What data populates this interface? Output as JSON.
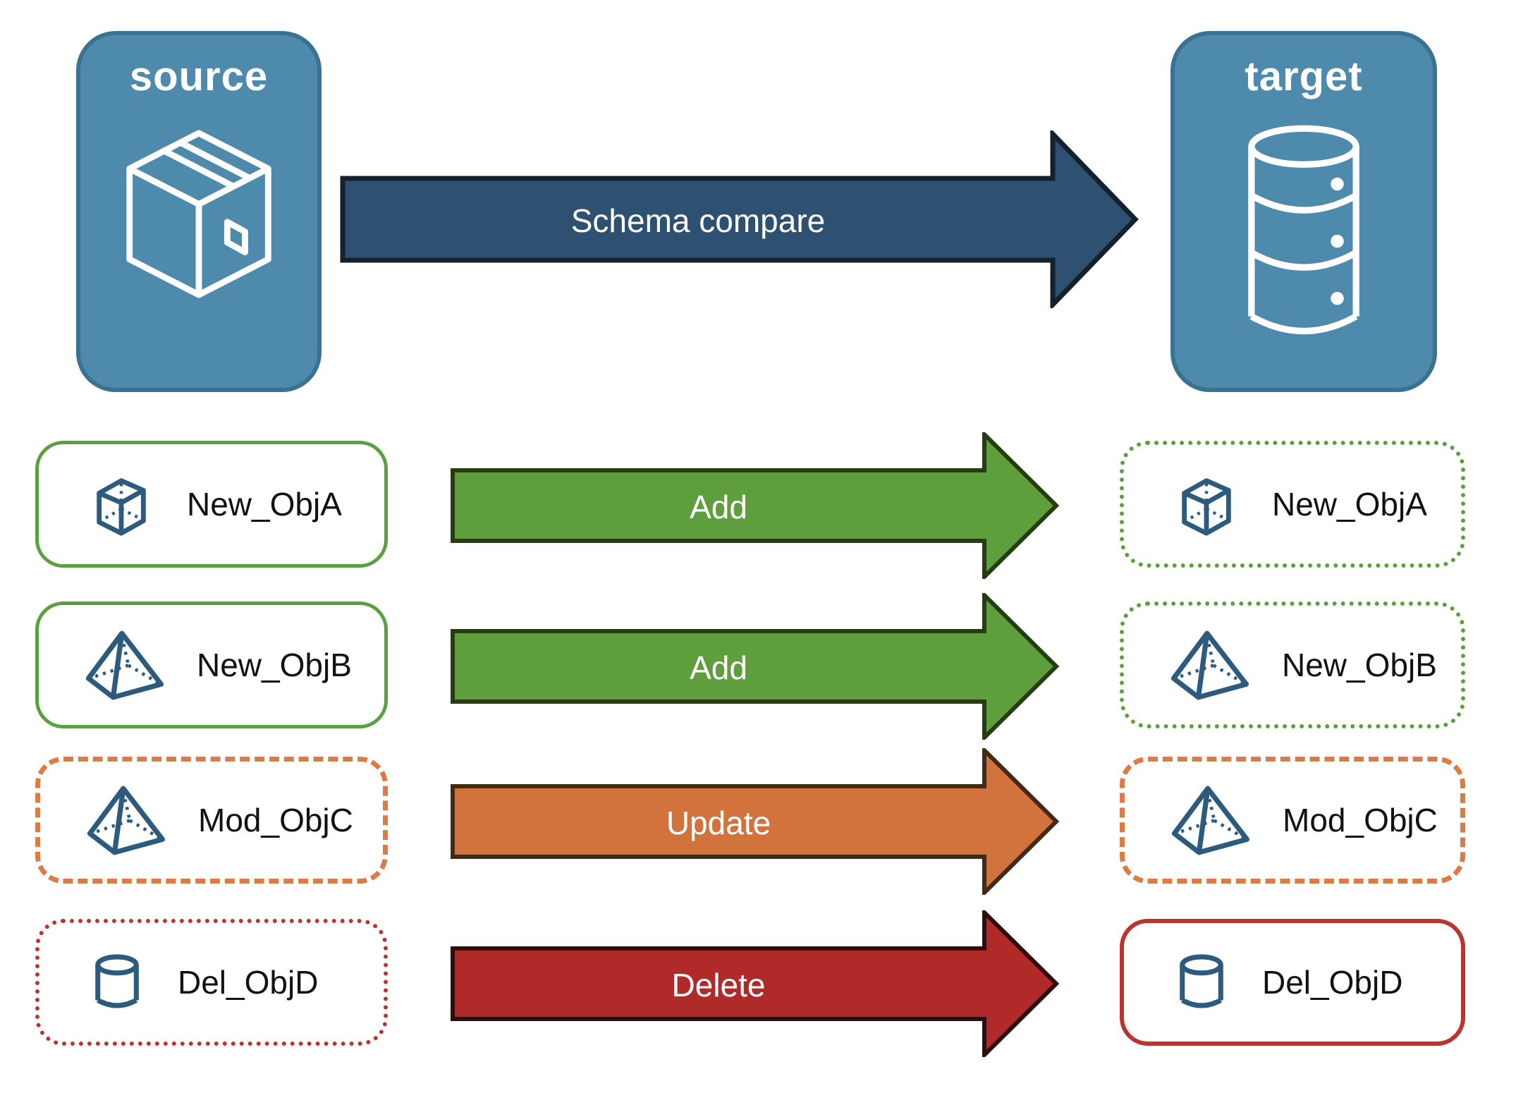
{
  "source_box": {
    "label": "source",
    "icon": "package-box-icon"
  },
  "target_box": {
    "label": "target",
    "icon": "database-icon"
  },
  "compare_arrow": {
    "label": "Schema compare"
  },
  "rows": [
    {
      "left": {
        "label": "New_ObjA",
        "icon": "cube-icon",
        "border_style": "solid-green"
      },
      "arrow": {
        "label": "Add",
        "color": "green"
      },
      "right": {
        "label": "New_ObjA",
        "icon": "cube-icon",
        "border_style": "dotted-green"
      }
    },
    {
      "left": {
        "label": "New_ObjB",
        "icon": "pyramid-icon",
        "border_style": "solid-green"
      },
      "arrow": {
        "label": "Add",
        "color": "green"
      },
      "right": {
        "label": "New_ObjB",
        "icon": "pyramid-icon",
        "border_style": "dotted-green"
      }
    },
    {
      "left": {
        "label": "Mod_ObjC",
        "icon": "pyramid-icon",
        "border_style": "dashed-orange"
      },
      "arrow": {
        "label": "Update",
        "color": "orange"
      },
      "right": {
        "label": "Mod_ObjC",
        "icon": "pyramid-icon",
        "border_style": "dashed-orange"
      }
    },
    {
      "left": {
        "label": "Del_ObjD",
        "icon": "cylinder-icon",
        "border_style": "dotted-red"
      },
      "arrow": {
        "label": "Delete",
        "color": "red"
      },
      "right": {
        "label": "Del_ObjD",
        "icon": "cylinder-icon",
        "border_style": "solid-red"
      }
    }
  ],
  "colors": {
    "node_fill": "#4e8aab",
    "node_border": "#3a7392",
    "compare_arrow_fill": "#2e5071",
    "compare_arrow_border": "#15202d",
    "add_arrow_fill": "#5f9e3c",
    "add_arrow_border": "#263d12",
    "update_arrow_fill": "#d2723c",
    "update_arrow_border": "#432a15",
    "delete_arrow_fill": "#b12a2a",
    "delete_arrow_border": "#2f0e0e",
    "green_border": "#5ba03e",
    "orange_border": "#dd7b45",
    "red_border": "#bb3430",
    "icon_stroke": "#2d5b7e",
    "label_text": "#111111",
    "arrow_text": "#ffffff"
  }
}
